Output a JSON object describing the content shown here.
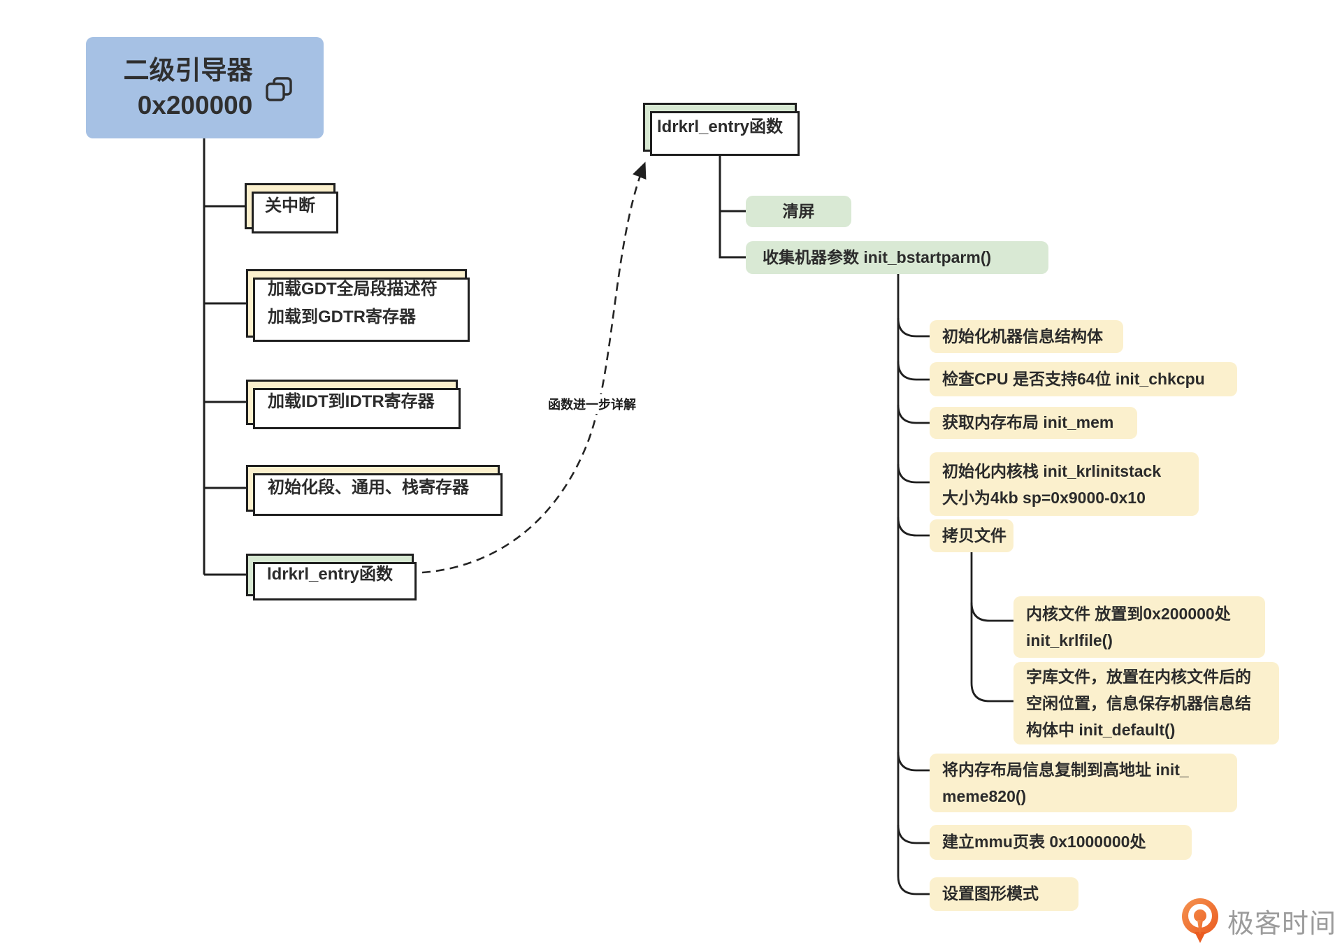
{
  "root": {
    "line1": "二级引导器",
    "line2": "0x200000",
    "icon": "copy-link-icon"
  },
  "left": {
    "close_interrupt": "关中断",
    "gdt": [
      "加载GDT全局段描述符",
      "加载到GDTR寄存器"
    ],
    "idt": "加载IDT到IDTR寄存器",
    "seg": "初始化段、通用、栈寄存器",
    "ldr_entry": "ldrkrl_entry函数"
  },
  "edge": {
    "label": "函数进一步详解"
  },
  "top": {
    "ldr_entry": "ldrkrl_entry函数",
    "clear_screen": "清屏",
    "collect_params": "收集机器参数 init_bstartparm()"
  },
  "right": {
    "c1": "初始化机器信息结构体",
    "c2": "检查CPU 是否支持64位 init_chkcpu",
    "c3": "获取内存布局 init_mem",
    "c4": [
      "初始化内核栈 init_krlinitstack",
      "大小为4kb sp=0x9000-0x10"
    ],
    "c5": "拷贝文件",
    "c5a": [
      "内核文件 放置到0x200000处",
      "init_krlfile()"
    ],
    "c5b": [
      "字库文件，放置在内核文件后的",
      "空闲位置，信息保存机器信息结",
      "构体中 init_default()"
    ],
    "c6": [
      "将内存布局信息复制到高地址 init_",
      "meme820()"
    ],
    "c7": "建立mmu页表 0x1000000处",
    "c8": "设置图形模式"
  },
  "logo": {
    "text": "极客时间"
  },
  "colors": {
    "root_blue": "#a6c1e4",
    "node_yellow": "#fbf0cd",
    "node_green_bordered": "#d7e8d2",
    "node_green_pill": "#d9e9d4",
    "line_black": "#1f1f1f",
    "logo_orange": "#ee6a2b",
    "logo_gray": "#9b9b9b"
  }
}
